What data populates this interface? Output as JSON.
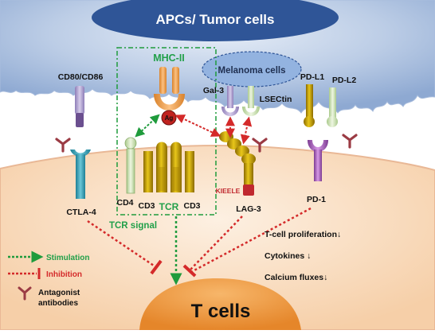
{
  "labels": {
    "apc": "APCs/ Tumor cells",
    "tcells": "T cells",
    "melanoma": "Melanoma cells",
    "mhc": "MHC-II",
    "ag": "Ag",
    "cd80": "CD80/CD86",
    "gal3": "Gal-3",
    "lsectin": "LSECtin",
    "pdl1": "PD-L1",
    "pdl2": "PD-L2",
    "ctla4": "CTLA-4",
    "cd4": "CD4",
    "cd3a": "CD3",
    "tcr": "TCR",
    "cd3b": "CD3",
    "kieele": "KIEELE",
    "lag3": "LAG-3",
    "pd1": "PD-1",
    "tcr_signal": "TCR signal"
  },
  "effects": [
    "T-cell  proliferation↓",
    "Cytokines ↓",
    "Calcium fluxes↓"
  ],
  "legend": {
    "stimulation": "Stimulation",
    "inhibition": "Inhibition",
    "antibodies_line1": "Antagonist",
    "antibodies_line2": "antibodies"
  },
  "colors": {
    "apc_dark": "#2f5597",
    "apc_mid": "#6f93c8",
    "apc_light": "#bccde6",
    "tcell_body": "#fbe3cc",
    "tcell_edge": "#e9b896",
    "nucleus": "#f29a3e",
    "stimulation": "#1f9b3c",
    "inhibition": "#d42a2a",
    "label_green": "#22a04a",
    "kieele_red": "#c0282f"
  }
}
